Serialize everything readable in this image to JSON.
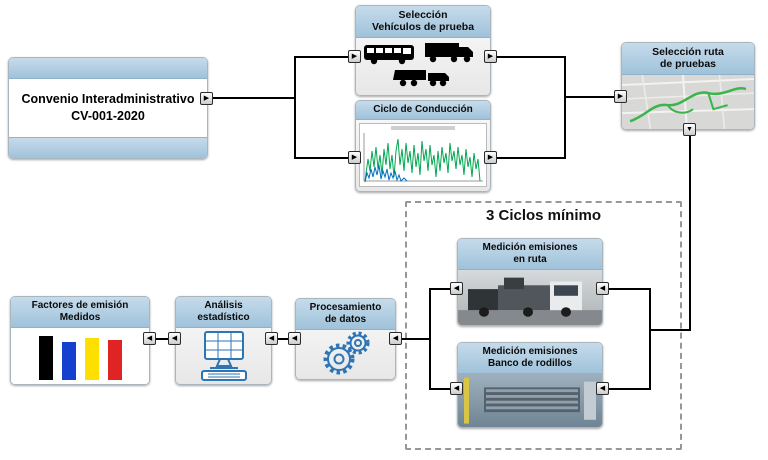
{
  "icons": {
    "arrow_right": "▶",
    "arrow_left": "◀",
    "arrow_down": "▼"
  },
  "colors": {
    "header_blue": "#aecde2",
    "line_black": "#000000",
    "icon_blue": "#2e75b6",
    "chart_green": "#00a650",
    "chart_blue": "#0070c0",
    "route_green": "#3cb44a",
    "bars": [
      "#000000",
      "#1540cf",
      "#ffdf00",
      "#e02424"
    ]
  },
  "boxes": {
    "convenio": {
      "line1": "Convenio Interadministrativo",
      "line2": "CV-001-2020"
    },
    "seleccion_vehiculos": {
      "line1": "Selección",
      "line2": "Vehículos de prueba"
    },
    "ciclo_conduccion": {
      "title": "Ciclo de Conducción"
    },
    "seleccion_ruta": {
      "line1": "Selección ruta",
      "line2": "de pruebas"
    },
    "tres_ciclos": {
      "title": "3 Ciclos mínimo"
    },
    "medicion_en_ruta": {
      "line1": "Medición emisiones",
      "line2": "en ruta"
    },
    "medicion_banco": {
      "line1": "Medición emisiones",
      "line2": "Banco de rodillos"
    },
    "procesamiento": {
      "line1": "Procesamiento",
      "line2": "de datos"
    },
    "analisis": {
      "line1": "Análisis",
      "line2": "estadístico"
    },
    "factores": {
      "line1": "Factores de emisión",
      "line2": "Medidos"
    }
  }
}
